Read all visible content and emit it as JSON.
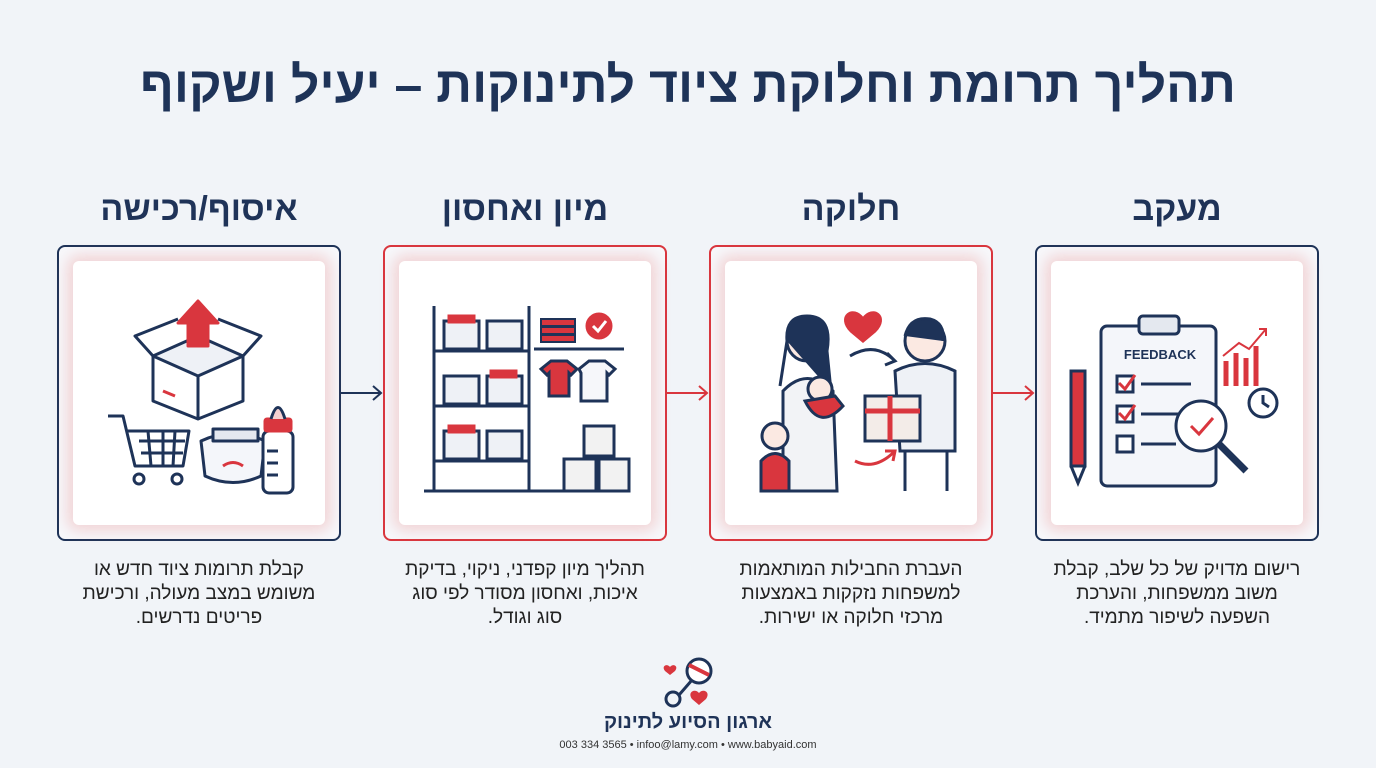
{
  "title": "תהליך תרומת וחלוקת ציוד לתינוקות – יעיל ושקוף",
  "steps": [
    {
      "heading": "איסוף/רכישה",
      "lines": [
        "קבלת תרומות ציוד חדש או",
        "משומש במצב מעולה, ורכישת",
        "פריטים נדרשים."
      ],
      "icon": "donation-box-cart-diaper-bottle-icon"
    },
    {
      "heading": "מיון ואחסון",
      "lines": [
        "תהליך מיון קפדני, ניקוי, בדיקת",
        "איכות, ואחסון מסודר לפי סוג",
        "סוג וגודל."
      ],
      "icon": "storage-shelves-icon"
    },
    {
      "heading": "חלוקה",
      "lines": [
        "העברת החבילות המותאמות",
        "למשפחות נזקקות באמצעות",
        "מרכזי חלוקה או ישירות."
      ],
      "icon": "family-handover-icon"
    },
    {
      "heading": "מעקב",
      "lines": [
        "רישום מדויק של כל שלב, קבלת",
        "משוב ממשפחות, והערכת",
        "השפעה לשיפור מתמיד."
      ],
      "icon": "feedback-clipboard-icon",
      "clipboard_label": "FEEDBACK"
    }
  ],
  "footer": {
    "org_name": "ארגון הסיוע לתינוק",
    "contact": "003 334 3565 • infoo@lamy.com • www.babyaid.com"
  },
  "colors": {
    "navy": "#1e3358",
    "red": "#d9363e",
    "background": "#f1f4f8"
  }
}
